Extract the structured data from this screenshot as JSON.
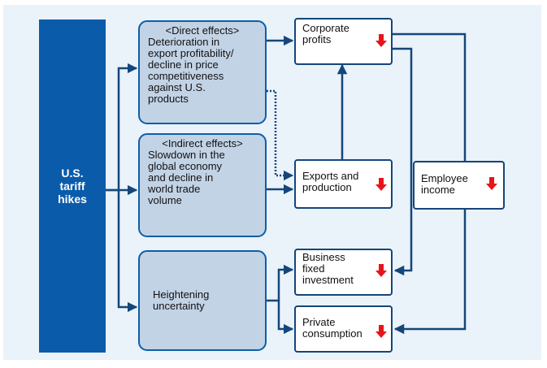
{
  "diagram": {
    "source": {
      "label": "U.S.\ntariff\nhikes"
    },
    "direct_effects": {
      "heading": "<Direct effects>",
      "body": "Deterioration in\nexport profitability/\ndecline in price\ncompetitiveness\nagainst U.S.\nproducts"
    },
    "indirect_effects": {
      "heading": "<Indirect effects>",
      "body": "Slowdown in the\nglobal economy\nand decline in\nworld trade\nvolume"
    },
    "uncertainty": {
      "body": "Heightening\nuncertainty"
    },
    "outcomes": {
      "corporate_profits": "Corporate\nprofits",
      "exports_production": "Exports and\nproduction",
      "business_investment": "Business\nfixed\ninvestment",
      "private_consumption": "Private\nconsumption",
      "employee_income": "Employee\nincome"
    },
    "icons": {
      "decline": "down-arrow-icon"
    },
    "colors": {
      "tariff_fill": "#0b5bab",
      "effect_fill": "#c3d3e6",
      "border": "#14467a",
      "decline_arrow": "#e8141b",
      "background": "#eaf2fa"
    }
  }
}
